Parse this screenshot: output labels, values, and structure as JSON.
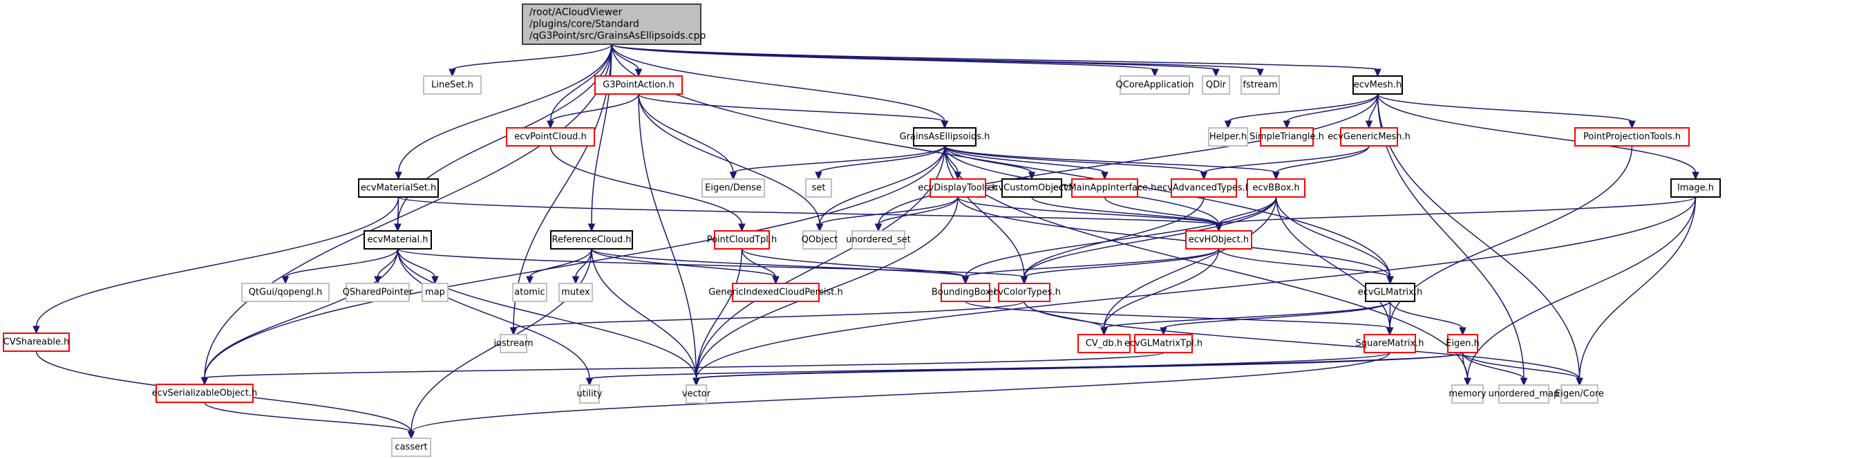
{
  "title": "Include dependency graph for GrainsAsEllipsoids.cpp",
  "styles": {
    "root": {
      "fill": "#bfbfbf",
      "stroke": "#404040"
    },
    "documented": {
      "fill": "#ffffff",
      "stroke": "#000000"
    },
    "incomplete": {
      "fill": "#ffffff",
      "stroke": "#ff0000"
    },
    "system": {
      "fill": "#ffffff",
      "stroke": "#bfbfbf"
    },
    "edge_color": "#191970"
  },
  "nodes": [
    {
      "id": "root",
      "lines": [
        "/root/ACloudViewer",
        "/plugins/core/Standard",
        "/qG3Point/src/GrainsAsEllipsoids.cpp"
      ],
      "kind": "root"
    },
    {
      "id": "LineSet",
      "lines": [
        "LineSet.h"
      ],
      "kind": "system"
    },
    {
      "id": "G3PointAction",
      "lines": [
        "G3PointAction.h"
      ],
      "kind": "incomplete"
    },
    {
      "id": "QCoreApplication",
      "lines": [
        "QCoreApplication"
      ],
      "kind": "system"
    },
    {
      "id": "QDir",
      "lines": [
        "QDir"
      ],
      "kind": "system"
    },
    {
      "id": "fstream",
      "lines": [
        "fstream"
      ],
      "kind": "system"
    },
    {
      "id": "ecvMesh",
      "lines": [
        "ecvMesh.h"
      ],
      "kind": "documented"
    },
    {
      "id": "ecvPointCloud",
      "lines": [
        "ecvPointCloud.h"
      ],
      "kind": "incomplete"
    },
    {
      "id": "GrainsAsEllipsoids",
      "lines": [
        "GrainsAsEllipsoids.h"
      ],
      "kind": "documented"
    },
    {
      "id": "Helper",
      "lines": [
        "Helper.h"
      ],
      "kind": "system"
    },
    {
      "id": "SimpleTriangle",
      "lines": [
        "SimpleTriangle.h"
      ],
      "kind": "incomplete"
    },
    {
      "id": "ecvGenericMesh",
      "lines": [
        "ecvGenericMesh.h"
      ],
      "kind": "incomplete"
    },
    {
      "id": "PointProjectionTools",
      "lines": [
        "PointProjectionTools.h"
      ],
      "kind": "incomplete"
    },
    {
      "id": "ecvMaterialSet",
      "lines": [
        "ecvMaterialSet.h"
      ],
      "kind": "documented"
    },
    {
      "id": "EigenDense",
      "lines": [
        "Eigen/Dense"
      ],
      "kind": "system"
    },
    {
      "id": "set",
      "lines": [
        "set"
      ],
      "kind": "system"
    },
    {
      "id": "ecvDisplayTools",
      "lines": [
        "ecvDisplayTools.h"
      ],
      "kind": "incomplete"
    },
    {
      "id": "ecvCustomObject",
      "lines": [
        "ecvCustomObject.h"
      ],
      "kind": "documented"
    },
    {
      "id": "ecvMainAppInterface",
      "lines": [
        "ecvMainAppInterface.h"
      ],
      "kind": "incomplete"
    },
    {
      "id": "ecvAdvancedTypes",
      "lines": [
        "ecvAdvancedTypes.h"
      ],
      "kind": "incomplete"
    },
    {
      "id": "ecvBBox",
      "lines": [
        "ecvBBox.h"
      ],
      "kind": "incomplete"
    },
    {
      "id": "Image",
      "lines": [
        "Image.h"
      ],
      "kind": "documented"
    },
    {
      "id": "ecvMaterial",
      "lines": [
        "ecvMaterial.h"
      ],
      "kind": "documented"
    },
    {
      "id": "ReferenceCloud",
      "lines": [
        "ReferenceCloud.h"
      ],
      "kind": "documented"
    },
    {
      "id": "PointCloudTpl",
      "lines": [
        "PointCloudTpl.h"
      ],
      "kind": "incomplete"
    },
    {
      "id": "QObject",
      "lines": [
        "QObject"
      ],
      "kind": "system"
    },
    {
      "id": "unordered_set",
      "lines": [
        "unordered_set"
      ],
      "kind": "system"
    },
    {
      "id": "ecvHObject",
      "lines": [
        "ecvHObject.h"
      ],
      "kind": "incomplete"
    },
    {
      "id": "qopengl",
      "lines": [
        "QtGui/qopengl.h"
      ],
      "kind": "system"
    },
    {
      "id": "QSharedPointer",
      "lines": [
        "QSharedPointer"
      ],
      "kind": "system"
    },
    {
      "id": "map",
      "lines": [
        "map"
      ],
      "kind": "system"
    },
    {
      "id": "atomic",
      "lines": [
        "atomic"
      ],
      "kind": "system"
    },
    {
      "id": "mutex",
      "lines": [
        "mutex"
      ],
      "kind": "system"
    },
    {
      "id": "GenericIndexedCloudPersist",
      "lines": [
        "GenericIndexedCloudPersist.h"
      ],
      "kind": "incomplete"
    },
    {
      "id": "BoundingBox",
      "lines": [
        "BoundingBox.h"
      ],
      "kind": "incomplete"
    },
    {
      "id": "ecvColorTypes",
      "lines": [
        "ecvColorTypes.h"
      ],
      "kind": "incomplete"
    },
    {
      "id": "ecvGLMatrix",
      "lines": [
        "ecvGLMatrix.h"
      ],
      "kind": "documented"
    },
    {
      "id": "CVShareable",
      "lines": [
        "CVShareable.h"
      ],
      "kind": "incomplete"
    },
    {
      "id": "iostream",
      "lines": [
        "iostream"
      ],
      "kind": "system"
    },
    {
      "id": "CV_db",
      "lines": [
        "CV_db.h"
      ],
      "kind": "incomplete"
    },
    {
      "id": "ecvGLMatrixTpl",
      "lines": [
        "ecvGLMatrixTpl.h"
      ],
      "kind": "incomplete"
    },
    {
      "id": "SquareMatrix",
      "lines": [
        "SquareMatrix.h"
      ],
      "kind": "incomplete"
    },
    {
      "id": "Eigen",
      "lines": [
        "Eigen.h"
      ],
      "kind": "incomplete"
    },
    {
      "id": "ecvSerializableObject",
      "lines": [
        "ecvSerializableObject.h"
      ],
      "kind": "incomplete"
    },
    {
      "id": "utility",
      "lines": [
        "utility"
      ],
      "kind": "system"
    },
    {
      "id": "vector",
      "lines": [
        "vector"
      ],
      "kind": "system"
    },
    {
      "id": "memory",
      "lines": [
        "memory"
      ],
      "kind": "system"
    },
    {
      "id": "unordered_map",
      "lines": [
        "unordered_map"
      ],
      "kind": "system"
    },
    {
      "id": "EigenCore",
      "lines": [
        "Eigen/Core"
      ],
      "kind": "system"
    },
    {
      "id": "cassert",
      "lines": [
        "cassert"
      ],
      "kind": "system"
    }
  ],
  "edges": [
    [
      "root",
      "LineSet"
    ],
    [
      "root",
      "G3PointAction"
    ],
    [
      "root",
      "QCoreApplication"
    ],
    [
      "root",
      "QDir"
    ],
    [
      "root",
      "fstream"
    ],
    [
      "root",
      "ecvMesh"
    ],
    [
      "root",
      "ecvPointCloud"
    ],
    [
      "root",
      "GrainsAsEllipsoids"
    ],
    [
      "root",
      "ecvMaterialSet"
    ],
    [
      "root",
      "ecvMaterial"
    ],
    [
      "root",
      "ReferenceCloud"
    ],
    [
      "root",
      "iostream"
    ],
    [
      "root",
      "ecvSerializableObject"
    ],
    [
      "root",
      "ecvGLMatrix"
    ],
    [
      "G3PointAction",
      "ecvPointCloud"
    ],
    [
      "G3PointAction",
      "GrainsAsEllipsoids"
    ],
    [
      "G3PointAction",
      "EigenDense"
    ],
    [
      "G3PointAction",
      "QObject"
    ],
    [
      "G3PointAction",
      "vector"
    ],
    [
      "ecvPointCloud",
      "PointCloudTpl"
    ],
    [
      "ecvMesh",
      "Helper"
    ],
    [
      "ecvMesh",
      "SimpleTriangle"
    ],
    [
      "ecvMesh",
      "ecvGenericMesh"
    ],
    [
      "ecvMesh",
      "PointProjectionTools"
    ],
    [
      "ecvMesh",
      "Image"
    ],
    [
      "ecvMesh",
      "unordered_map"
    ],
    [
      "ecvMesh",
      "EigenCore"
    ],
    [
      "ecvMesh",
      "unordered_set"
    ],
    [
      "ecvGenericMesh",
      "ecvAdvancedTypes"
    ],
    [
      "ecvGenericMesh",
      "ecvBBox"
    ],
    [
      "PointProjectionTools",
      "SquareMatrix"
    ],
    [
      "GrainsAsEllipsoids",
      "EigenDense"
    ],
    [
      "GrainsAsEllipsoids",
      "set"
    ],
    [
      "GrainsAsEllipsoids",
      "ecvDisplayTools"
    ],
    [
      "GrainsAsEllipsoids",
      "ecvCustomObject"
    ],
    [
      "GrainsAsEllipsoids",
      "ecvMainAppInterface"
    ],
    [
      "GrainsAsEllipsoids",
      "ecvAdvancedTypes"
    ],
    [
      "GrainsAsEllipsoids",
      "ecvBBox"
    ],
    [
      "GrainsAsEllipsoids",
      "ecvHObject"
    ],
    [
      "GrainsAsEllipsoids",
      "QObject"
    ],
    [
      "GrainsAsEllipsoids",
      "vector"
    ],
    [
      "GrainsAsEllipsoids",
      "memory"
    ],
    [
      "GrainsAsEllipsoids",
      "ecvColorTypes"
    ],
    [
      "GrainsAsEllipsoids",
      "ecvSerializableObject"
    ],
    [
      "ecvDisplayTools",
      "QObject"
    ],
    [
      "ecvDisplayTools",
      "unordered_set"
    ],
    [
      "ecvDisplayTools",
      "ecvHObject"
    ],
    [
      "ecvDisplayTools",
      "ecvGLMatrix"
    ],
    [
      "ecvDisplayTools",
      "vector"
    ],
    [
      "ecvCustomObject",
      "ecvHObject"
    ],
    [
      "ecvMainAppInterface",
      "ecvHObject"
    ],
    [
      "ecvAdvancedTypes",
      "ecvColorTypes"
    ],
    [
      "ecvBBox",
      "ecvHObject"
    ],
    [
      "ecvBBox",
      "BoundingBox"
    ],
    [
      "ecvBBox",
      "ecvColorTypes"
    ],
    [
      "ecvBBox",
      "ecvGLMatrix"
    ],
    [
      "ecvBBox",
      "CV_db"
    ],
    [
      "ecvBBox",
      "SquareMatrix"
    ],
    [
      "Image",
      "ecvHObject"
    ],
    [
      "Image",
      "memory"
    ],
    [
      "Image",
      "EigenCore"
    ],
    [
      "Image",
      "vector"
    ],
    [
      "ecvMaterialSet",
      "ecvMaterial"
    ],
    [
      "ecvMaterialSet",
      "CVShareable"
    ],
    [
      "ecvMaterialSet",
      "ecvHObject"
    ],
    [
      "ecvMaterial",
      "qopengl"
    ],
    [
      "ecvMaterial",
      "QSharedPointer"
    ],
    [
      "ecvMaterial",
      "map"
    ],
    [
      "ecvMaterial",
      "utility"
    ],
    [
      "ecvMaterial",
      "vector"
    ],
    [
      "ecvMaterial",
      "ecvColorTypes"
    ],
    [
      "ecvMaterial",
      "ecvSerializableObject"
    ],
    [
      "ReferenceCloud",
      "atomic"
    ],
    [
      "ReferenceCloud",
      "mutex"
    ],
    [
      "ReferenceCloud",
      "GenericIndexedCloudPersist"
    ],
    [
      "ReferenceCloud",
      "BoundingBox"
    ],
    [
      "ReferenceCloud",
      "cassert"
    ],
    [
      "ReferenceCloud",
      "vector"
    ],
    [
      "PointCloudTpl",
      "GenericIndexedCloudPersist"
    ],
    [
      "PointCloudTpl",
      "BoundingBox"
    ],
    [
      "PointCloudTpl",
      "vector"
    ],
    [
      "ecvHObject",
      "BoundingBox"
    ],
    [
      "ecvHObject",
      "ecvColorTypes"
    ],
    [
      "ecvHObject",
      "ecvGLMatrix"
    ],
    [
      "ecvHObject",
      "CV_db"
    ],
    [
      "BoundingBox",
      "SquareMatrix"
    ],
    [
      "ecvColorTypes",
      "CV_db"
    ],
    [
      "ecvColorTypes",
      "iostream"
    ],
    [
      "ecvColorTypes",
      "EigenCore"
    ],
    [
      "ecvGLMatrix",
      "CV_db"
    ],
    [
      "ecvGLMatrix",
      "ecvGLMatrixTpl"
    ],
    [
      "ecvGLMatrix",
      "SquareMatrix"
    ],
    [
      "ecvGLMatrix",
      "Eigen"
    ],
    [
      "ecvGLMatrixTpl",
      "ecvSerializableObject"
    ],
    [
      "SquareMatrix",
      "vector"
    ],
    [
      "SquareMatrix",
      "cassert"
    ],
    [
      "Eigen",
      "memory"
    ],
    [
      "Eigen",
      "unordered_map"
    ],
    [
      "Eigen",
      "EigenCore"
    ],
    [
      "Eigen",
      "utility"
    ],
    [
      "Eigen",
      "vector"
    ],
    [
      "CVShareable",
      "cassert"
    ],
    [
      "ecvSerializableObject",
      "cassert"
    ]
  ]
}
